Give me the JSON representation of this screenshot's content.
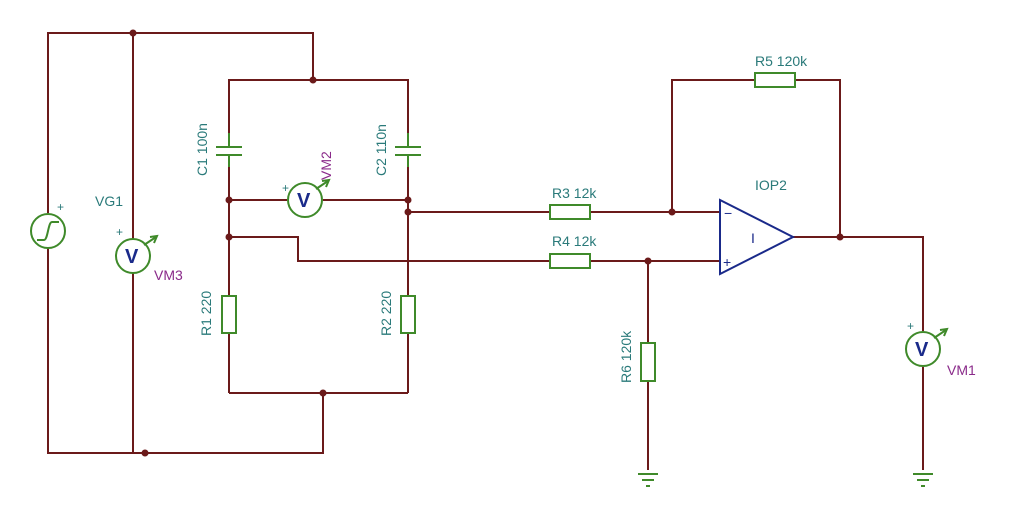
{
  "schematic": {
    "components": {
      "vg1": {
        "label": "VG1"
      },
      "vm1": {
        "label": "VM1",
        "symbol": "V",
        "polarity": "+"
      },
      "vm2": {
        "label": "VM2",
        "symbol": "V",
        "polarity": "+"
      },
      "vm3": {
        "label": "VM3",
        "symbol": "V",
        "polarity": "+"
      },
      "c1": {
        "label": "C1 100n"
      },
      "c2": {
        "label": "C2 110n"
      },
      "r1": {
        "label": "R1 220"
      },
      "r2": {
        "label": "R2 220"
      },
      "r3": {
        "label": "R3 12k"
      },
      "r4": {
        "label": "R4 12k"
      },
      "r5": {
        "label": "R5 120k"
      },
      "r6": {
        "label": "R6 120k"
      },
      "iop2": {
        "label": "IOP2",
        "symbol": "I",
        "inv": "−",
        "noninv": "+"
      }
    },
    "colors": {
      "wire": "#6b1a1a",
      "component": "#3f8a2a",
      "label": "#2a7a7a",
      "meter_label": "#8a2a8a",
      "opamp": "#1a2a8a"
    }
  }
}
